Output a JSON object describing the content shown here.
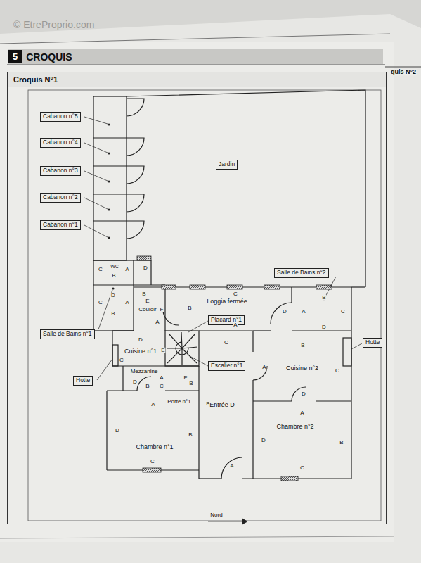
{
  "diagram": {
    "title": "Croquis N°1",
    "nodes": [
      {
        "text": [
          "5",
          "CROQUIS"
        ]
      },
      {
        "text": [
          "Croquis N°1"
        ]
      },
      {
        "text": [
          "Cabanon n°5"
        ],
        "in": 1
      },
      {
        "text": [
          "Cabanon n°4"
        ],
        "in": 1
      },
      {
        "text": [
          "Cabanon n°3"
        ],
        "in": 1
      },
      {
        "text": [
          "Jardin"
        ],
        "in": 1
      },
      {
        "text": [
          "Cabanon n°2"
        ],
        "in": 1
      },
      {
        "text": [
          "Cabanon n°1"
        ],
        "in": 1
      },
      {
        "text": [
          "Salle de Bains n°2"
        ],
        "in": 1
      },
      {
        "text": [
          "Placard n°1"
        ],
        "in": 1
      },
      {
        "text": [
          "Salle de Bains n°1"
        ],
        "in": 1
      },
      {
        "text": [
          "Hotte"
        ],
        "in": 1
      },
      {
        "text": [
          "Escalier n°1"
        ],
        "in": 1
      },
      {
        "text": [
          "Hotte"
        ],
        "in": 1
      }
    ],
    "labels": [
      "© EtreProprio.com",
      "quis N°2",
      "C",
      "WC",
      "A",
      "B",
      "D",
      "D",
      "C",
      "A",
      "B",
      "B",
      "E",
      "Couloir",
      "F",
      "A",
      "B",
      "C",
      "Loggia fermée",
      "A",
      "D",
      "A",
      "B",
      "C",
      "D",
      "D",
      "Cuisine n°1",
      "C",
      "E",
      "C",
      "B",
      "A",
      "Cuisine n°2",
      "C",
      "Mezzanine",
      "A",
      "D",
      "B",
      "C",
      "F",
      "B",
      "A",
      "Porte n°1",
      "B",
      "Entrée D",
      "D",
      "A",
      "Chambre n°2",
      "D",
      "B",
      "C",
      "D",
      "B",
      "Chambre n°1",
      "C",
      "A",
      "Nord"
    ]
  }
}
